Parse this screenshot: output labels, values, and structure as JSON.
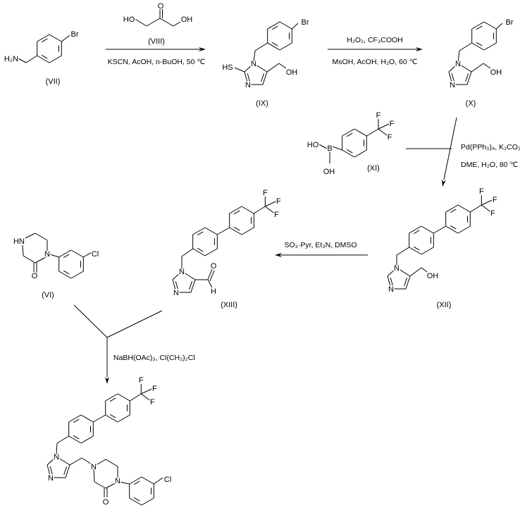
{
  "scheme": {
    "compounds": {
      "VII": {
        "label": "(VII)",
        "atoms": [
          "H₂N",
          "Br"
        ]
      },
      "VIII": {
        "label": "(VIII)",
        "atoms": [
          "HO",
          "O",
          "OH"
        ]
      },
      "IX": {
        "label": "(IX)",
        "atoms": [
          "Br",
          "N",
          "N",
          "HS",
          "OH"
        ]
      },
      "X": {
        "label": "(X)",
        "atoms": [
          "Br",
          "N",
          "N",
          "OH"
        ]
      },
      "XI": {
        "label": "(XI)",
        "atoms": [
          "F",
          "F",
          "F",
          "B",
          "HO",
          "OH"
        ]
      },
      "XII": {
        "label": "(XII)",
        "atoms": [
          "F",
          "F",
          "F",
          "N",
          "N",
          "OH"
        ]
      },
      "XIII": {
        "label": "(XIII)",
        "atoms": [
          "F",
          "F",
          "F",
          "N",
          "N",
          "O",
          "H"
        ]
      },
      "VI": {
        "label": "(VI)",
        "atoms": [
          "HN",
          "N",
          "O",
          "Cl"
        ]
      },
      "product": {
        "atoms": [
          "F",
          "F",
          "F",
          "N",
          "N",
          "N",
          "N",
          "O",
          "Cl"
        ]
      }
    },
    "reagents": {
      "step1_below": "KSCN, AcOH, n-BuOH, 50 ℃",
      "step2_above": "H₂O₂, CF₃COOH",
      "step2_below": "MsOH, AcOH, H₂O, 60 ℃",
      "step3_line1": "Pd(PPh₃)₄, K₂CO₃",
      "step3_line2": "DME, H₂O, 80 ℃",
      "step4_above": "SO₃·Pyr, Et₃N, DMSO",
      "step5_right": "NaBH(OAc)₃, Cl(CH₂)₂Cl"
    }
  }
}
